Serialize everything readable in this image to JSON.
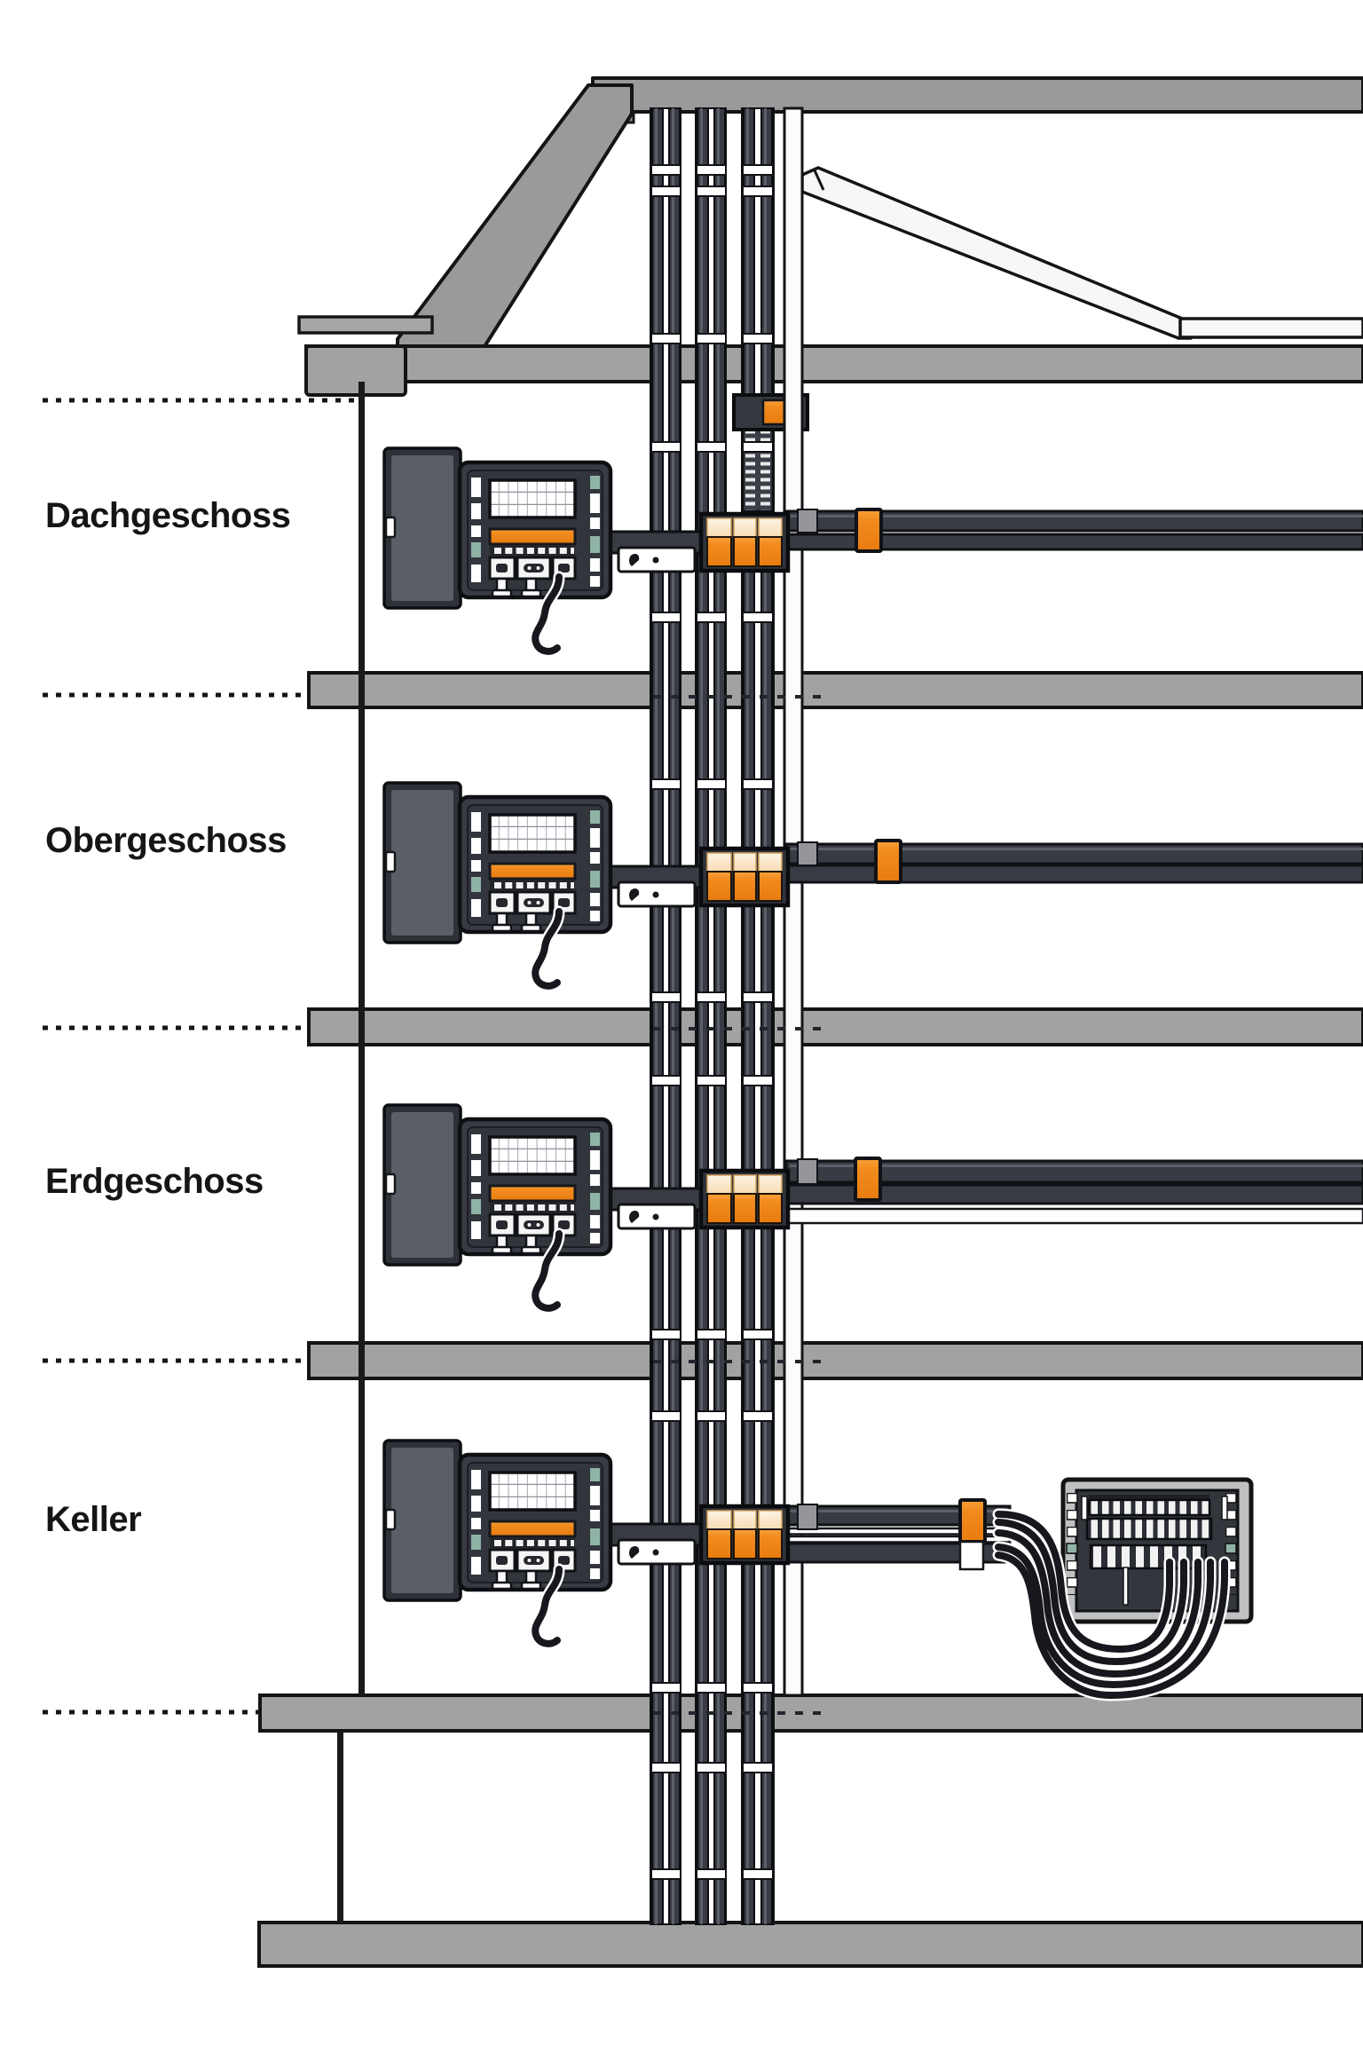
{
  "diagram": {
    "kind": "building-cross-section-electrical-riser",
    "floor_count": 4,
    "riser_conduits": 3
  },
  "floors": [
    {
      "id": "dachgeschoss",
      "label": "Dachgeschoss",
      "has_distribution_panel": true,
      "has_riser_junction_box": true
    },
    {
      "id": "obergeschoss",
      "label": "Obergeschoss",
      "has_distribution_panel": true,
      "has_riser_junction_box": true
    },
    {
      "id": "erdgeschoss",
      "label": "Erdgeschoss",
      "has_distribution_panel": true,
      "has_riser_junction_box": true
    },
    {
      "id": "keller",
      "label": "Keller",
      "has_distribution_panel": true,
      "has_riser_junction_box": true,
      "has_main_distribution_board": true
    }
  ],
  "colors": {
    "accent_orange": "#F0861A",
    "accent_orange_light": "#FCE9D2",
    "charcoal": "#383B43",
    "slab_gray": "#A2A2A2",
    "roof_gray": "#9A9A9A",
    "ink": "#141414",
    "teal_slot": "#8FB3A6",
    "background": "#FFFFFF"
  }
}
